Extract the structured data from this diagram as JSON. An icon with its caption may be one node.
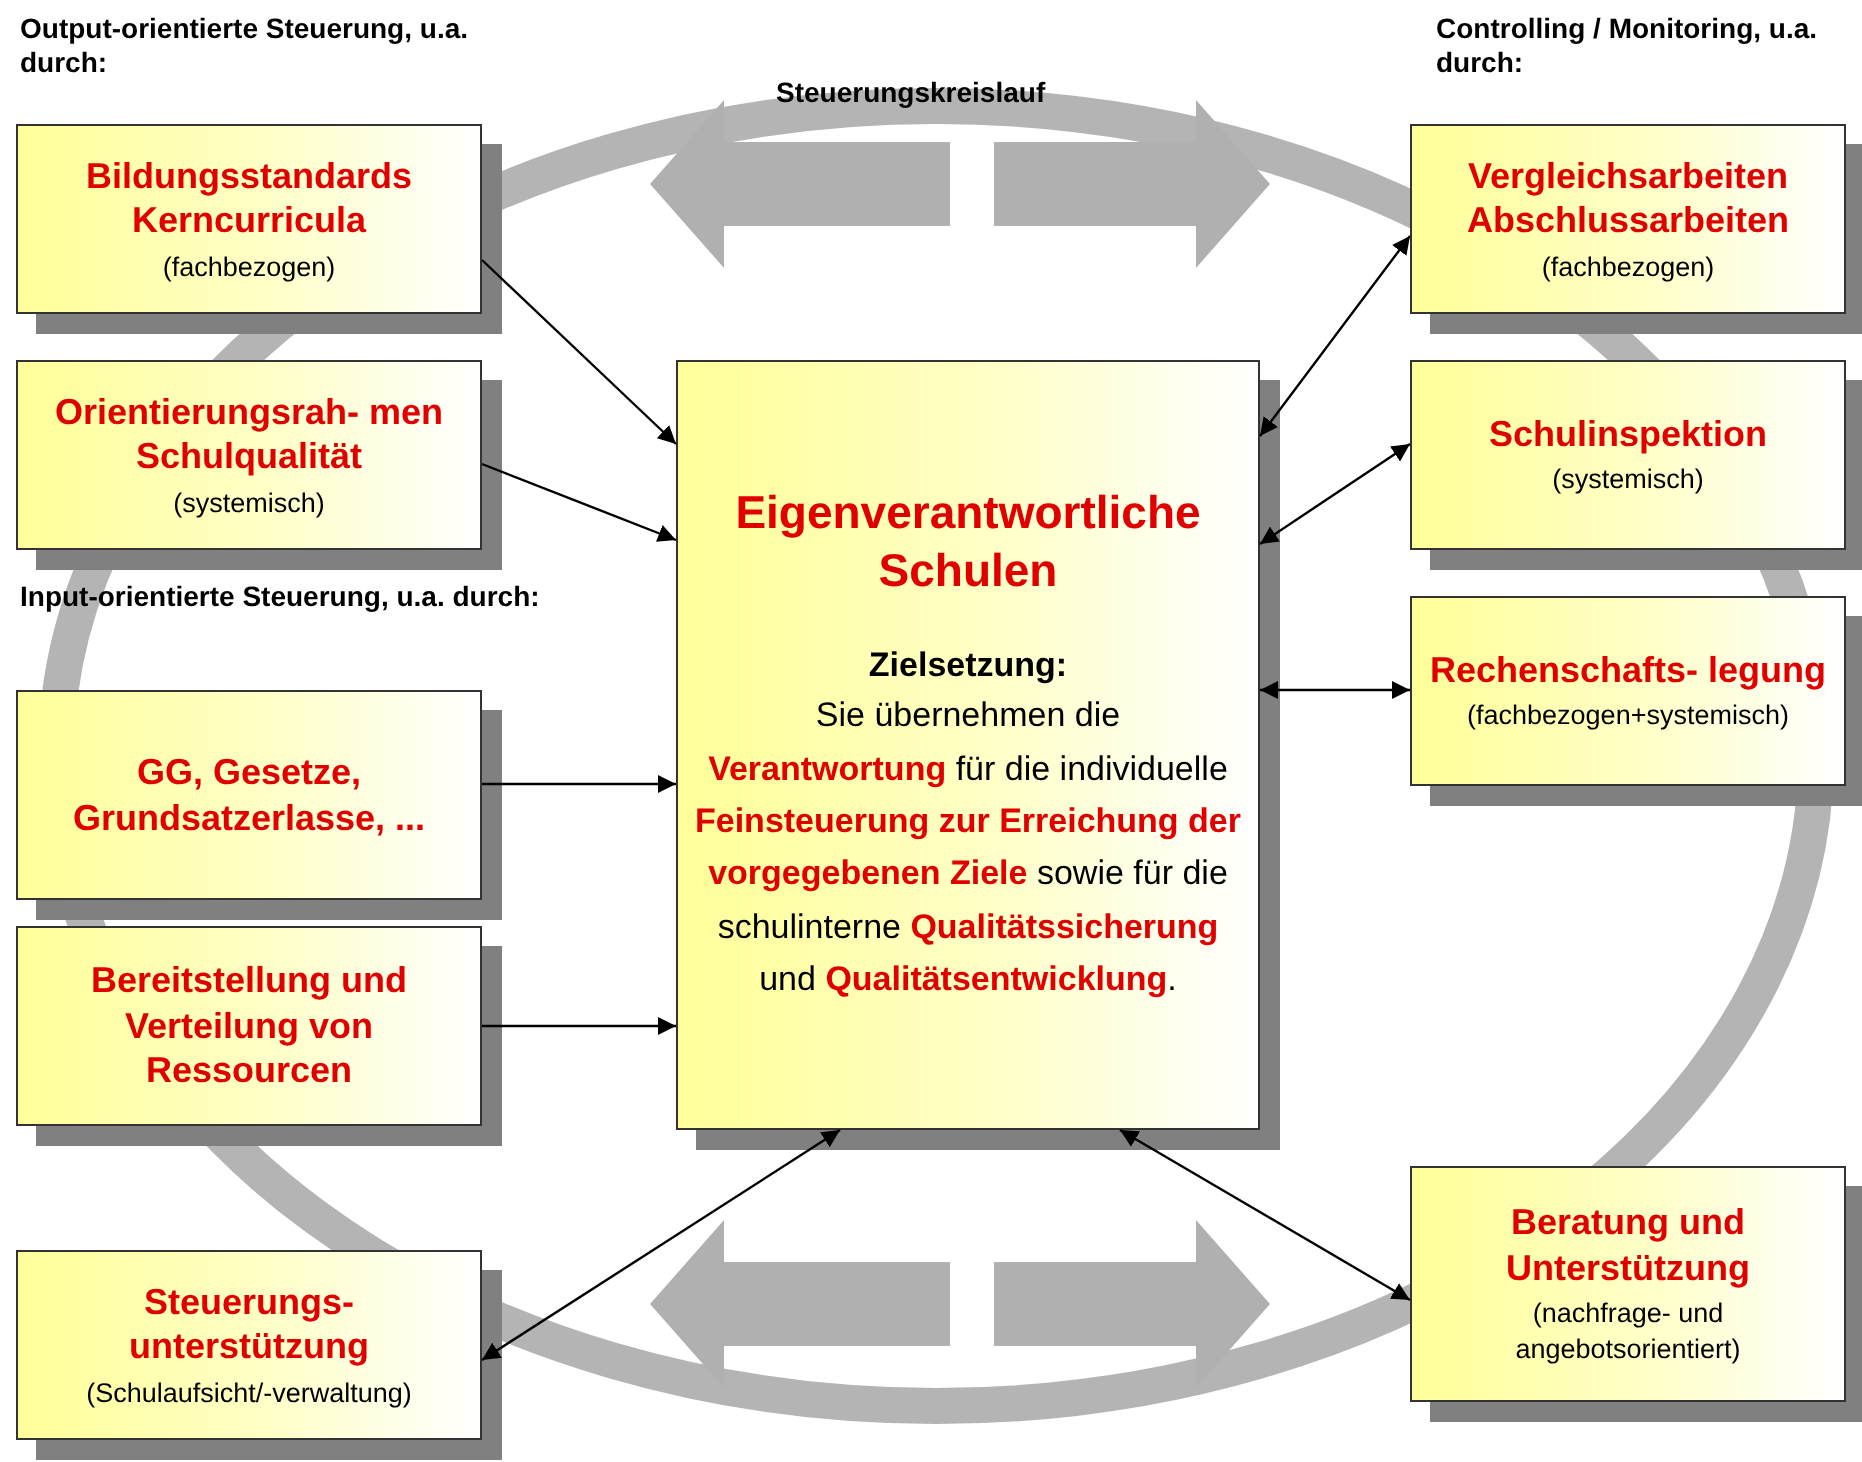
{
  "diagram": {
    "nodes": [
      {
        "text": [
          "Bildungsstandards Kerncurricula",
          "(fachbezogen)"
        ]
      },
      {
        "text": [
          "Orientierungsrah- men Schulqualität",
          "(systemisch)"
        ]
      },
      {
        "text": [
          "GG, Gesetze, Grundsatzerlasse, ..."
        ]
      },
      {
        "text": [
          "Bereitstellung und Verteilung von Ressourcen"
        ]
      },
      {
        "text": [
          "Steuerungs- unterstützung",
          "(Schulaufsicht/-verwaltung)"
        ]
      },
      {
        "text": [
          "Eigenverantwortliche Schulen",
          "Zielsetzung:",
          "Sie übernehmen die **Verantwortung** für die individuelle **Feinsteuerung zur Erreichung der vorgegebenen Ziele** sowie für die schulinterne **Qualitätssicherung** und **Qualitätsentwicklung**."
        ]
      },
      {
        "text": [
          "Vergleichsarbeiten Abschlussarbeiten",
          "(fachbezogen)"
        ]
      },
      {
        "text": [
          "Schulinspektion",
          "(systemisch)"
        ]
      },
      {
        "text": [
          "Rechenschafts- legung",
          "(fachbezogen+systemisch)"
        ]
      },
      {
        "text": [
          "Beratung und Unterstützung",
          "(nachfrage- und angebotsorientiert)"
        ]
      }
    ],
    "edges": [
      {
        "from": 0,
        "to": 5,
        "arrow": "to"
      },
      {
        "from": 1,
        "to": 5,
        "arrow": "to"
      },
      {
        "from": 2,
        "to": 5,
        "arrow": "to"
      },
      {
        "from": 3,
        "to": 5,
        "arrow": "to"
      },
      {
        "from": 5,
        "to": 6,
        "arrow": "both"
      },
      {
        "from": 5,
        "to": 7,
        "arrow": "both"
      },
      {
        "from": 5,
        "to": 8,
        "arrow": "both"
      },
      {
        "from": 5,
        "to": 4,
        "arrow": "both"
      },
      {
        "from": 5,
        "to": 9,
        "arrow": "both"
      }
    ],
    "labels": [
      "Output-orientierte Steuerung, u.a. durch:",
      "Steuerungskreislauf",
      "Controlling / Monitoring, u.a. durch:",
      "Input-orientierte Steuerung, u.a. durch:"
    ]
  }
}
